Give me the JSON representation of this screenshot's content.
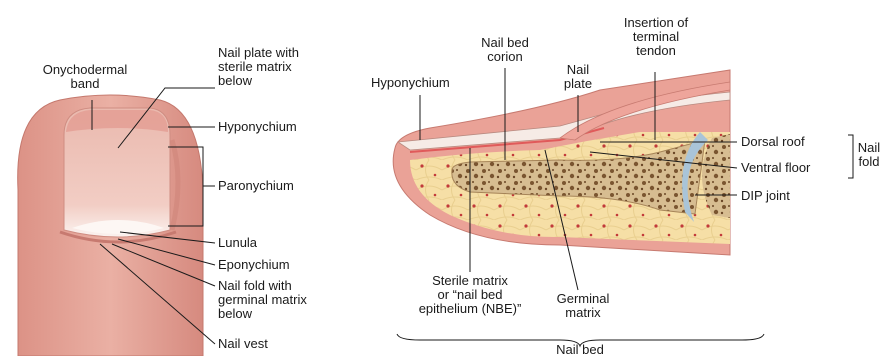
{
  "left_panel": {
    "labels": {
      "onychodermal_band": "Onychodermal\nband",
      "nail_plate": "Nail plate with\nsterile matrix\nbelow",
      "hyponychium": "Hyponychium",
      "paronychium": "Paronychium",
      "lunula": "Lunula",
      "eponychium": "Eponychium",
      "nail_fold": "Nail fold with\ngerminal matrix\nbelow",
      "nail_vest": "Nail vest"
    }
  },
  "right_panel": {
    "labels": {
      "hyponychium": "Hyponychium",
      "nail_bed_corion": "Nail bed\ncorion",
      "nail_plate": "Nail\nplate",
      "insertion_terminal_tendon": "Insertion of\nterminal\ntendon",
      "dorsal_roof": "Dorsal roof",
      "ventral_floor": "Ventral floor",
      "nail_fold": "Nail\nfold",
      "dip_joint": "DIP joint",
      "sterile_matrix": "Sterile matrix\nor “nail bed\nepithelium (NBE)”",
      "germinal_matrix": "Germinal\nmatrix",
      "nail_bed": "Nail bed"
    }
  },
  "colors": {
    "skin": "#e7a79b",
    "skin_dark": "#d98a80",
    "nail": "#f1cfc6",
    "fat": "#f6dfa6",
    "bone": "#c9ab7e",
    "cartilage": "#a9c4d8",
    "line": "#1a1a1a"
  }
}
